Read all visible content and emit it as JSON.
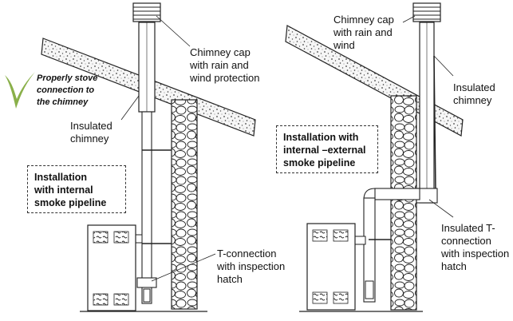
{
  "check_note": [
    "Properly stove",
    "connection to",
    "the chimney"
  ],
  "left": {
    "chimney_cap": [
      "Chimney cap",
      "with rain and",
      "wind protection"
    ],
    "insulated_chimney": [
      "Insulated",
      "chimney"
    ],
    "installation_box": [
      "Installation",
      "with internal",
      "smoke pipeline"
    ],
    "t_connection": [
      "T-connection",
      "with inspection",
      "hatch"
    ]
  },
  "right": {
    "chimney_cap": [
      "Chimney cap",
      "with rain and",
      "wind"
    ],
    "insulated_chimney": [
      "Insulated",
      "chimney"
    ],
    "installation_box": [
      "Installation with",
      "internal –external",
      "smoke pipeline"
    ],
    "t_connection": [
      "Insulated T-",
      "connection",
      "with inspection",
      "hatch"
    ]
  },
  "icons": {
    "check": "checkmark-icon"
  },
  "colors": {
    "check": "#8ab04a",
    "line": "#222222",
    "roof_fill": "#f4f4f4"
  }
}
